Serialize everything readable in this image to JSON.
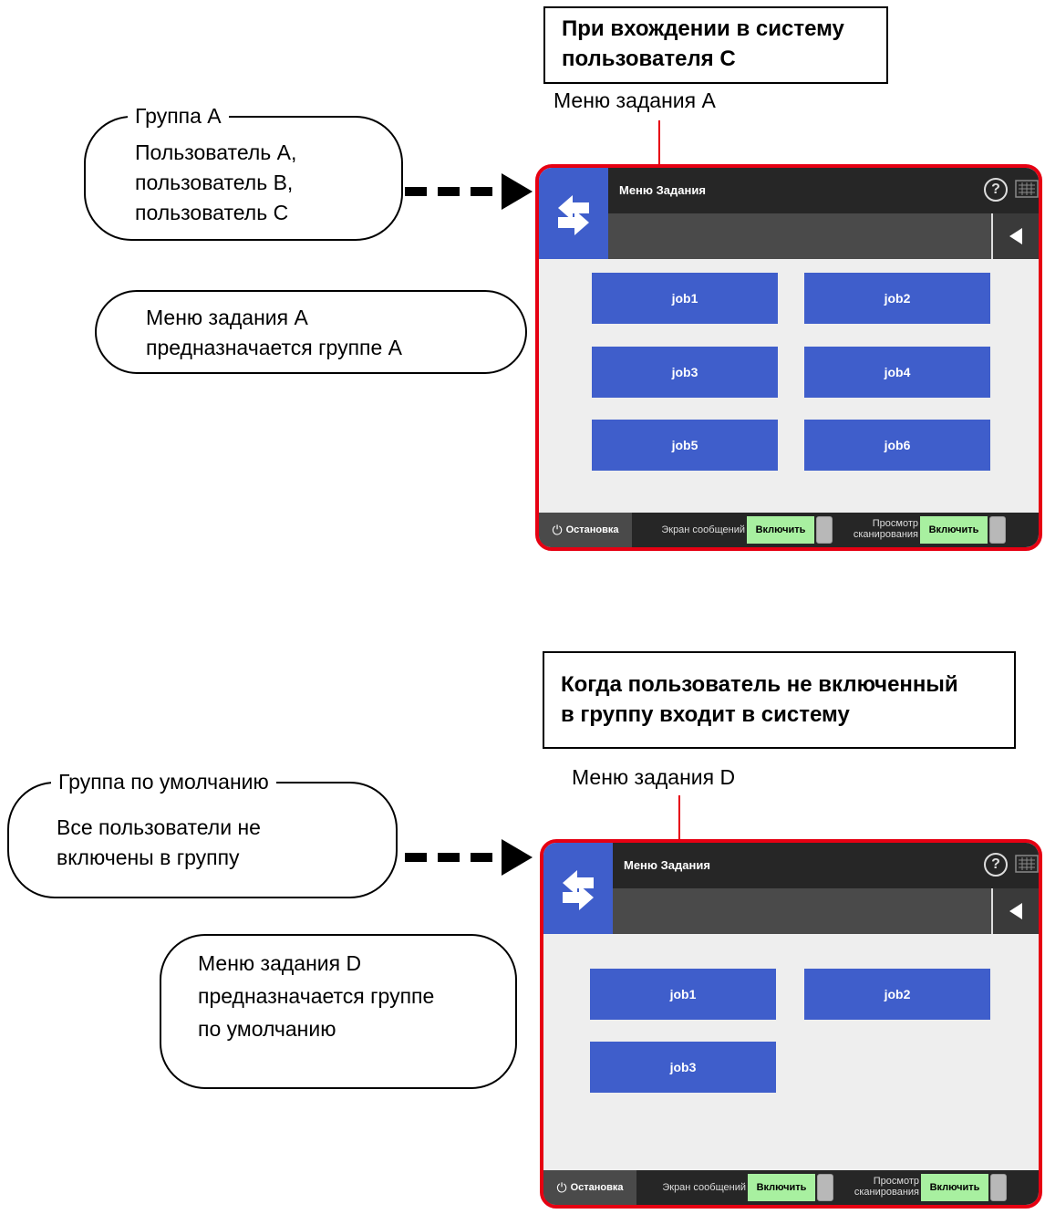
{
  "section1": {
    "header_lines": [
      "При вхождении в систему",
      "пользователя C"
    ],
    "menu_label": "Меню задания A",
    "group_bubble": {
      "legend": "Группа A",
      "lines": [
        "Пользователь A,",
        "пользователь B,",
        "пользователь C"
      ]
    },
    "assign_bubble": {
      "lines": [
        "Меню задания A",
        "предназначается группе A"
      ]
    },
    "screen": {
      "title": "Меню Задания",
      "jobs": [
        "job1",
        "job2",
        "job3",
        "job4",
        "job5",
        "job6"
      ],
      "stop_label": "Остановка",
      "toggle1_label": [
        "Экран сообщений"
      ],
      "toggle1_value": "Включить",
      "toggle2_label": [
        "Просмотр",
        "сканирования"
      ],
      "toggle2_value": "Включить"
    }
  },
  "section2": {
    "header_lines": [
      "Когда пользователь не включенный",
      "в группу входит в систему"
    ],
    "menu_label": "Меню задания D",
    "group_bubble": {
      "legend": "Группа по умолчанию",
      "lines": [
        "Все пользователи не",
        "включены в группу"
      ]
    },
    "assign_bubble": {
      "lines": [
        "Меню задания D",
        "предназначается группе",
        "по умолчанию"
      ]
    },
    "screen": {
      "title": "Меню Задания",
      "jobs": [
        "job1",
        "job2",
        "job3"
      ],
      "stop_label": "Остановка",
      "toggle1_label": [
        "Экран сообщений"
      ],
      "toggle1_value": "Включить",
      "toggle2_label": [
        "Просмотр",
        "сканирования"
      ],
      "toggle2_value": "Включить"
    }
  },
  "colors": {
    "highlight_border": "#e60012",
    "job_button": "#3f5ecb",
    "topbar": "#262626",
    "toggle_on": "#a8f0a0"
  },
  "icons": [
    "power-icon",
    "help-icon",
    "keyboard-icon",
    "back-arrow-icon",
    "switch-arrows-icon"
  ]
}
